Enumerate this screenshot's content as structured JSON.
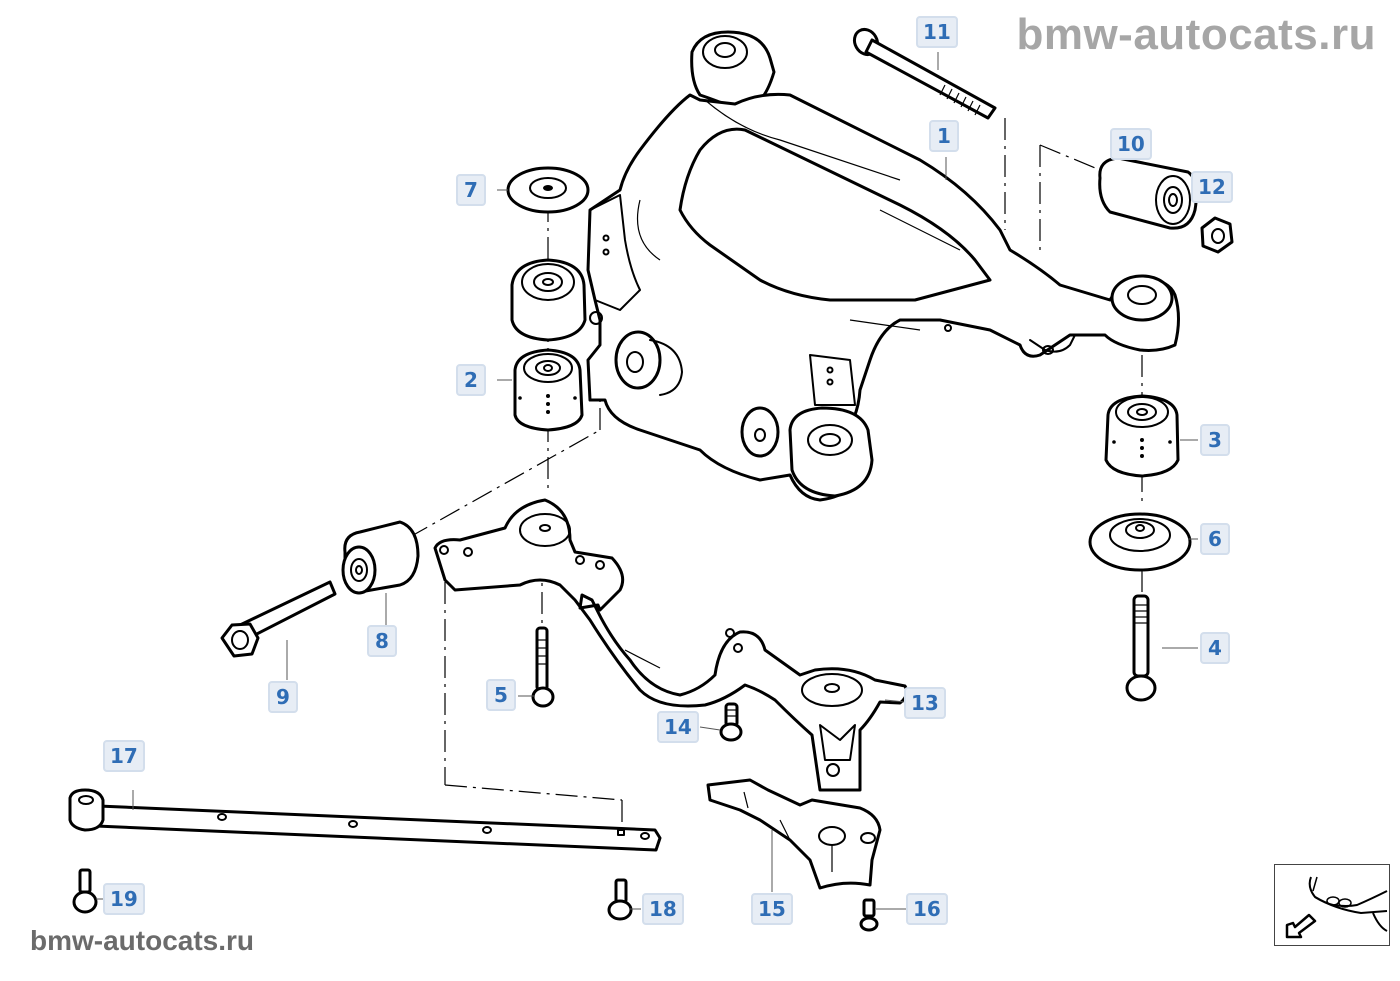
{
  "watermarks": {
    "top": "bmw-autocats.ru",
    "bottom": "bmw-autocats.ru"
  },
  "diagram": {
    "subject": "Rear axle carrier exploded parts view",
    "callouts": [
      {
        "id": "1",
        "label": "1",
        "part": "rear-axle-carrier"
      },
      {
        "id": "2",
        "label": "2",
        "part": "rubber-mount-left"
      },
      {
        "id": "3",
        "label": "3",
        "part": "rubber-mount-right"
      },
      {
        "id": "4",
        "label": "4",
        "part": "bolt"
      },
      {
        "id": "5",
        "label": "5",
        "part": "bolt"
      },
      {
        "id": "6",
        "label": "6",
        "part": "stop-washer"
      },
      {
        "id": "7",
        "label": "7",
        "part": "stop-washer-top"
      },
      {
        "id": "8",
        "label": "8",
        "part": "bushing"
      },
      {
        "id": "9",
        "label": "9",
        "part": "hex-bolt"
      },
      {
        "id": "10",
        "label": "10",
        "part": "bushing"
      },
      {
        "id": "11",
        "label": "11",
        "part": "long-bolt"
      },
      {
        "id": "12",
        "label": "12",
        "part": "self-locking-nut"
      },
      {
        "id": "13",
        "label": "13",
        "part": "differential-carrier"
      },
      {
        "id": "14",
        "label": "14",
        "part": "bolt"
      },
      {
        "id": "15",
        "label": "15",
        "part": "bracket"
      },
      {
        "id": "16",
        "label": "16",
        "part": "bolt"
      },
      {
        "id": "17",
        "label": "17",
        "part": "reinforcement-strut"
      },
      {
        "id": "18",
        "label": "18",
        "part": "bolt"
      },
      {
        "id": "19",
        "label": "19",
        "part": "bolt"
      }
    ]
  },
  "navigation": {
    "thumbnail": "vehicle-front-locator",
    "arrow": "arrow-back-icon"
  },
  "colors": {
    "callout_text": "#2f6db5",
    "callout_bg": "#e7edf5",
    "callout_border": "#d3deec",
    "watermark_top": "#a6a6a6",
    "watermark_bottom": "#6b6b6b"
  }
}
